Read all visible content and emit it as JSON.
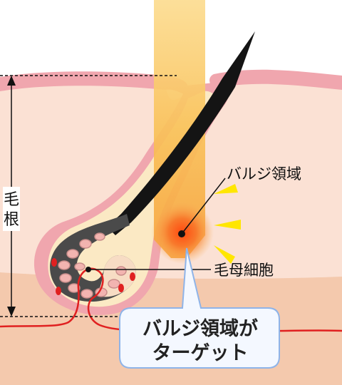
{
  "title": "",
  "labels": {
    "hair_root": [
      "毛",
      "根"
    ],
    "bulge": "バルジ領域",
    "hair_matrix": "毛母細胞"
  },
  "callout": {
    "lines": [
      "バルジ領域が",
      "ターゲット"
    ]
  },
  "colors": {
    "epidermis": "#f0a6ae",
    "dermis": "#fbe1d4",
    "subcutis": "#f4c9ad",
    "hair": "#141414",
    "bulb": "#4a4a4a",
    "cells": "#f2b4b0",
    "laser_beam": "#fbd98a",
    "bulge_glow": "#f26a2a",
    "spark": "#ffe600",
    "vessel": "#e02020",
    "callout_border": "#8fb4e8",
    "callout_fill": "#f4f8ff"
  },
  "icons": [
    "laser-beam",
    "spark-rays",
    "blood-vessel"
  ]
}
